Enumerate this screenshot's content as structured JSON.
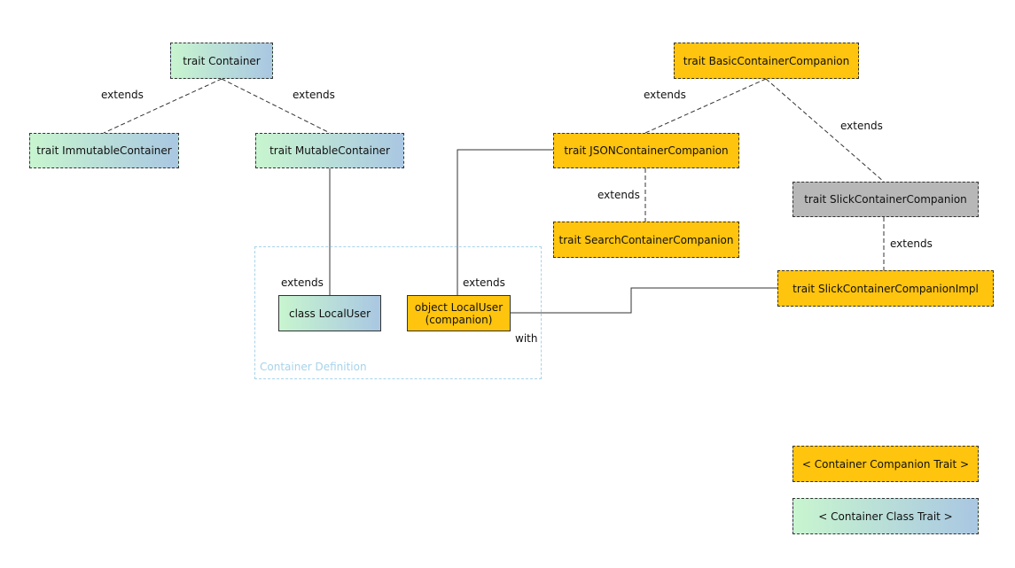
{
  "colors": {
    "companion_fill": "#ffc40d",
    "class_gradient": [
      "#c8f5cf",
      "#a9c7e2"
    ],
    "disabled_fill": "#b7b7b7",
    "group_border": "#a7d3ea"
  },
  "nodes": {
    "container": "trait Container",
    "immutable": "trait ImmutableContainer",
    "mutable": "trait MutableContainer",
    "basic_companion": "trait BasicContainerCompanion",
    "json_companion": "trait JSONContainerCompanion",
    "search_companion": "trait SearchContainerCompanion",
    "slick_companion": "trait SlickContainerCompanion",
    "slick_impl": "trait SlickContainerCompanionImpl",
    "local_user_class": "class LocalUser",
    "local_user_object_line1": "object LocalUser",
    "local_user_object_line2": "(companion)"
  },
  "edge_labels": {
    "extends": "extends",
    "with": "with"
  },
  "group": {
    "title": "Container Definition"
  },
  "legend": {
    "companion": "< Container Companion Trait >",
    "class": "< Container Class Trait >"
  }
}
